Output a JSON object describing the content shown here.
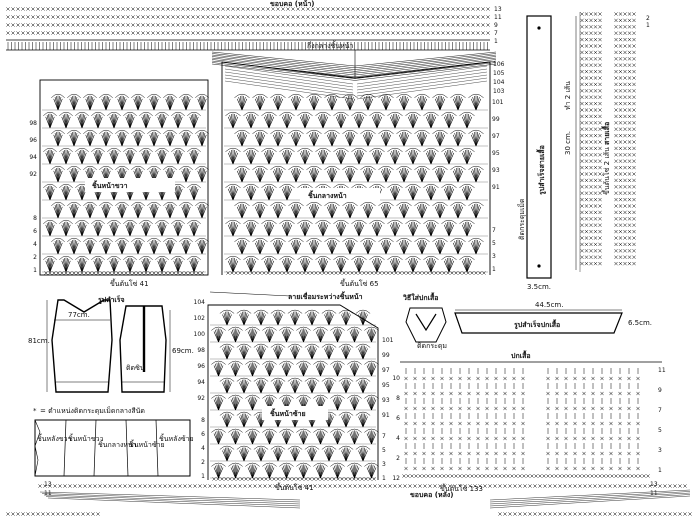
{
  "labels": {
    "top_neck_front": "ขอบคอ (หน้า)",
    "front_center_marker": "กึ่งกลางชิ้นหน้า",
    "front_right": "ชิ้นหน้าขวา",
    "front_center": "ชิ้นกลางหน้า",
    "chain_right": "ขึ้นต้นโซ่ 41",
    "chain_center": "ขึ้นต้นโซ่ 65",
    "front_join": "ลายเชื่อมระหว่างชิ้นหน้า",
    "finished_shape": "รูปสำเร็จ",
    "bust_width": "77cm.",
    "left_height": "81cm.",
    "right_height": "69cm.",
    "zipper": "ติดซิป",
    "legend_note": "= ตำแหน่งติดกระดุมเม็ดกลางสีนัด",
    "panel_front_right": "ชิ้นหลังขวา",
    "panel_front_right2": "ชิ้นหน้าขวา",
    "panel_front_mid": "ชิ้นกลางหน้า",
    "panel_front_left": "ชิ้นหน้าซ้าย",
    "panel_back_left": "ชิ้นหลังซ้าย",
    "front_left": "ชิ้นหน้าซ้าย",
    "chain_left": "ขึ้นต้นโซ่ 41",
    "collar_method": "วิธีใส่ปกเสื้อ",
    "collar_button": "ติดกระดุม",
    "collar_width": "44.5cm.",
    "collar_height": "6.5cm.",
    "collar_finished": "รูปสำเร็จปกเสื้อ",
    "collar": "ปกเสื้อ",
    "chain_collar": "ขึ้นต้นโซ่ 133",
    "neck_back": "ขอบคอ (หลัง)",
    "strap_finished": "รูปสำเร็จสายเสื้อ",
    "strap_button": "ติดกระดุมเม็ด",
    "strap_width": "3.5cm.",
    "strap_diagram": "สายเสื้อ",
    "strap_chain": "ขึ้นต้นโซ่ 2 เส้น",
    "strap_length": "30 cm.",
    "strap_count": "ทำ 2 เส้น"
  },
  "row_numbers": {
    "top_right": [
      "13",
      "11",
      "9",
      "7",
      "1"
    ],
    "top_right2": [
      "106",
      "105",
      "104",
      "103"
    ],
    "front_center_right": [
      "101",
      "99",
      "97",
      "95",
      "93",
      "91"
    ],
    "front_right_left": [
      "98",
      "96",
      "94",
      "92"
    ],
    "front_bottom_left": [
      "8",
      "6",
      "4",
      "2",
      "1"
    ],
    "front_bottom_right": [
      "7",
      "5",
      "3",
      "1"
    ],
    "left_top_left": [
      "104",
      "102",
      "100",
      "98",
      "96",
      "94",
      "92"
    ],
    "left_top_right": [
      "101",
      "99",
      "97",
      "95",
      "93",
      "91"
    ],
    "left_bottom_left": [
      "8",
      "6",
      "4",
      "2",
      "1"
    ],
    "left_bottom_right": [
      "7",
      "5",
      "3",
      "1"
    ],
    "collar_right": [
      "11",
      "9",
      "7",
      "5",
      "3",
      "1"
    ],
    "collar_left": [
      "10",
      "8",
      "6",
      "4",
      "2",
      "12"
    ],
    "bottom_left": [
      "13",
      "11"
    ],
    "bottom_right": [
      "13",
      "11"
    ],
    "strap_right": [
      "2",
      "1"
    ]
  }
}
